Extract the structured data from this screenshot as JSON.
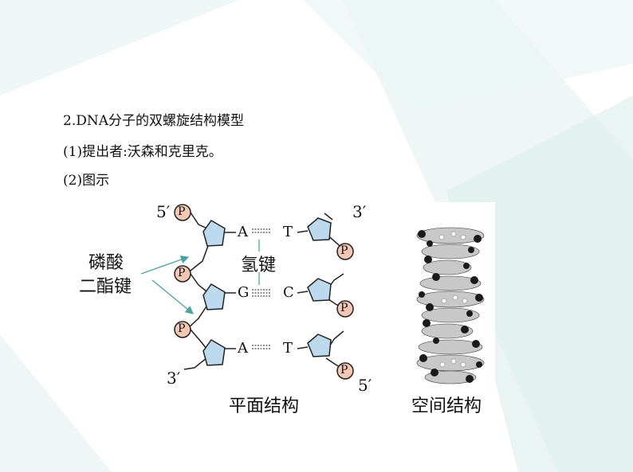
{
  "slide": {
    "heading": "2.DNA分子的双螺旋结构模型",
    "item1": "(1)提出者:沃森和克里克。",
    "item2": "(2)图示"
  },
  "figure": {
    "strand_ends": {
      "top_left": "5′",
      "top_right": "3′",
      "bottom_left": "3′",
      "bottom_right": "5′"
    },
    "phosphate_symbol": "P",
    "bases_left": [
      "A",
      "G",
      "A"
    ],
    "bases_right": [
      "T",
      "C",
      "T"
    ],
    "label_phosphodiester": [
      "磷酸",
      "二酯键"
    ],
    "label_hydrogen_bond": "氢键",
    "caption_planar": "平面结构",
    "caption_spatial": "空间结构"
  },
  "colors": {
    "phosphate_fill": "#f4c7b4",
    "sugar_fill": "#bcd9ee",
    "arrow": "#4aa3a3",
    "background_accent": "#e3f1ef"
  }
}
